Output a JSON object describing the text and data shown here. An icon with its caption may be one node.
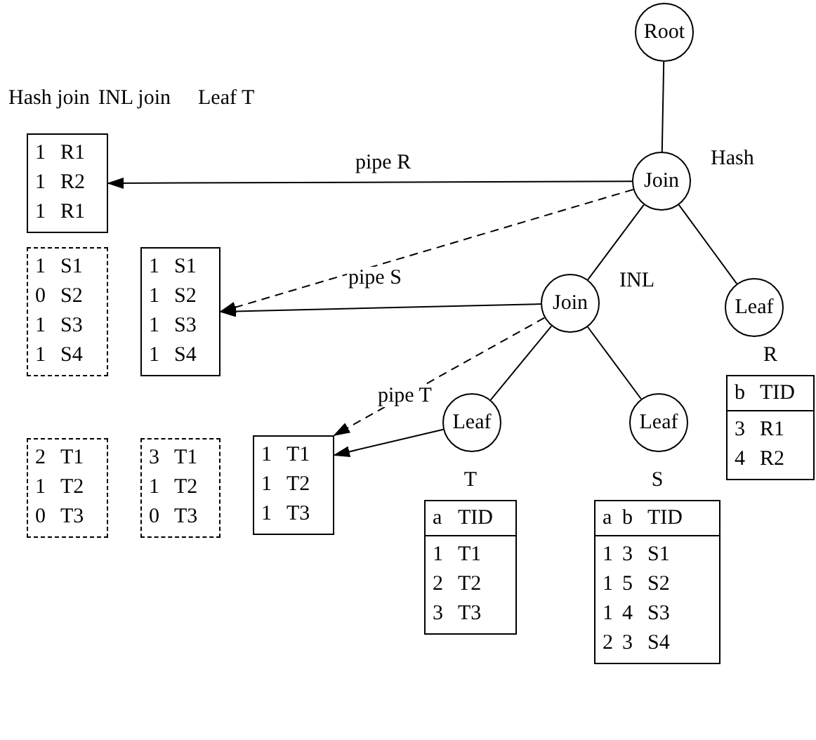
{
  "diagram": {
    "nodes": [
      {
        "text": [
          "Root"
        ]
      },
      {
        "text": [
          "Join"
        ],
        "beside": [
          "Hash"
        ]
      },
      {
        "text": [
          "Join"
        ],
        "beside": [
          "INL"
        ]
      },
      {
        "text": [
          "Leaf"
        ]
      },
      {
        "text": [
          "Leaf"
        ]
      },
      {
        "text": [
          "Leaf"
        ]
      },
      {
        "text": [
          "R",
          "b",
          "TID",
          "3",
          "R1",
          "4",
          "R2"
        ]
      },
      {
        "text": [
          "T",
          "a",
          "TID",
          "1",
          "T1",
          "2",
          "T2",
          "3",
          "T3"
        ]
      },
      {
        "text": [
          "S",
          "a",
          "b",
          "TID",
          "1",
          "3",
          "S1",
          "1",
          "5",
          "S2",
          "1",
          "4",
          "S3",
          "2",
          "3",
          "S4"
        ]
      },
      {
        "text": [
          "1",
          "R1",
          "1",
          "R2",
          "1",
          "R1"
        ]
      },
      {
        "text": [
          "1",
          "S1",
          "0",
          "S2",
          "1",
          "S3",
          "1",
          "S4"
        ]
      },
      {
        "text": [
          "1",
          "S1",
          "1",
          "S2",
          "1",
          "S3",
          "1",
          "S4"
        ]
      },
      {
        "text": [
          "2",
          "T1",
          "1",
          "T2",
          "0",
          "T3"
        ]
      },
      {
        "text": [
          "3",
          "T1",
          "1",
          "T2",
          "0",
          "T3"
        ]
      },
      {
        "text": [
          "1",
          "T1",
          "1",
          "T2",
          "1",
          "T3"
        ]
      }
    ],
    "edges": [
      {
        "from": 0,
        "to": 1,
        "arrow": "none"
      },
      {
        "from": 1,
        "to": 2,
        "arrow": "none"
      },
      {
        "from": 1,
        "to": 3,
        "arrow": "none"
      },
      {
        "from": 2,
        "to": 4,
        "arrow": "none"
      },
      {
        "from": 2,
        "to": 5,
        "arrow": "none"
      },
      {
        "from": 1,
        "to": 9,
        "arrow": "to",
        "label": "pipe R"
      },
      {
        "from": 1,
        "to": 11,
        "arrow": "to",
        "style": "dashed"
      },
      {
        "from": 2,
        "to": 11,
        "arrow": "to",
        "label": "pipe S"
      },
      {
        "from": 2,
        "to": 14,
        "arrow": "to",
        "style": "dashed"
      },
      {
        "from": 4,
        "to": 14,
        "arrow": "to",
        "label": "pipe T"
      }
    ],
    "labels": [
      "Hash join",
      "INL join",
      "Leaf T"
    ]
  }
}
